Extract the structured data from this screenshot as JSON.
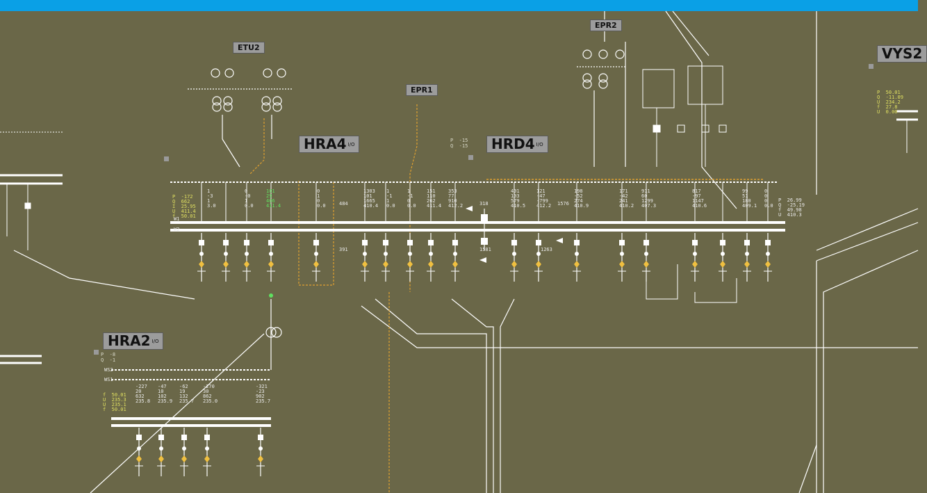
{
  "topbar": {
    "color": "#0aa0e6"
  },
  "colors": {
    "background": "#6a6748",
    "busbar": "#ffffff",
    "orange": "#e0a030",
    "yellow": "#f0c040",
    "green": "#60e060",
    "magenta": "#c060c0"
  },
  "substations": {
    "hra4": {
      "name": "HRA4",
      "suffix": "I/O"
    },
    "hrd4": {
      "name": "HRD4",
      "suffix": "I/O",
      "p": "P  -15",
      "q": "Q  -15"
    },
    "hra2": {
      "name": "HRA2",
      "suffix": "I/O",
      "p": "P  -8",
      "q": "Q  -1"
    },
    "etu2": {
      "name": "ETU2"
    },
    "epr1": {
      "name": "EPR1"
    },
    "epr2": {
      "name": "EPR2"
    },
    "vys2": {
      "name": "VYS2"
    }
  },
  "hra4_bay_values": [
    [
      "1",
      "-3",
      "1",
      "3.0"
    ],
    [
      "0",
      "-0",
      "1",
      "0.0"
    ],
    [
      "101",
      "29",
      "466",
      "411.4"
    ],
    [
      "0",
      "1",
      "0",
      "0.0"
    ],
    [
      "1303",
      "101",
      "1665",
      "410.4"
    ],
    [
      "1",
      "-1",
      "1",
      "0.0"
    ],
    [
      "1",
      "-1",
      "0",
      "0.0"
    ],
    [
      "151",
      "110",
      "262",
      "411.4"
    ],
    [
      "353",
      "77",
      "910",
      "412.2"
    ]
  ],
  "hrd4_bay_values": [
    [
      "401",
      "103",
      "579",
      "410.5"
    ],
    [
      "121",
      "-47",
      "-799",
      "412.2"
    ],
    [
      "198",
      "-52",
      "274",
      "410.9"
    ],
    [
      "171",
      "-42",
      "241",
      "410.2"
    ],
    [
      "911",
      "60",
      "1299",
      "407.3"
    ],
    [
      "817",
      "-97",
      "1147",
      "410.6"
    ],
    [
      "99",
      "51",
      "180",
      "409.1"
    ],
    [
      "0",
      "0",
      "0",
      "0.0"
    ]
  ],
  "hra2_bay_values": [
    [
      "-227",
      "20",
      "632",
      "235.8"
    ],
    [
      "-47",
      "10",
      "102",
      "235.9"
    ],
    [
      "-62",
      "19",
      "132",
      "235.7"
    ],
    [
      "-270",
      "30",
      "862",
      "235.0"
    ],
    [
      "-321",
      "-23",
      "902",
      "235.7"
    ]
  ],
  "left_readouts": {
    "hra4": [
      "P  -172",
      "Q  662",
      "I  25.95",
      "U  411.4",
      "f  50.01"
    ],
    "hrd4": [
      "P  26.99",
      "Q  -25.19",
      "f  49.98",
      "U  410.3"
    ],
    "hra2": [
      "f  50.01",
      "U  235.3",
      "U  235.1",
      "f  50.01"
    ],
    "vys2": [
      "P  50.01",
      "Q  -11.09",
      "U  234.2",
      "f  27.8",
      "U  0.00"
    ]
  },
  "line_labels": {
    "a": "484",
    "b": "391",
    "c": "1581",
    "d": "1263",
    "e": "318",
    "f": "1576"
  },
  "bus_labels": {
    "w1": "W1",
    "w2": "W2",
    "ws1": "WS1",
    "ws2": "WS2"
  }
}
